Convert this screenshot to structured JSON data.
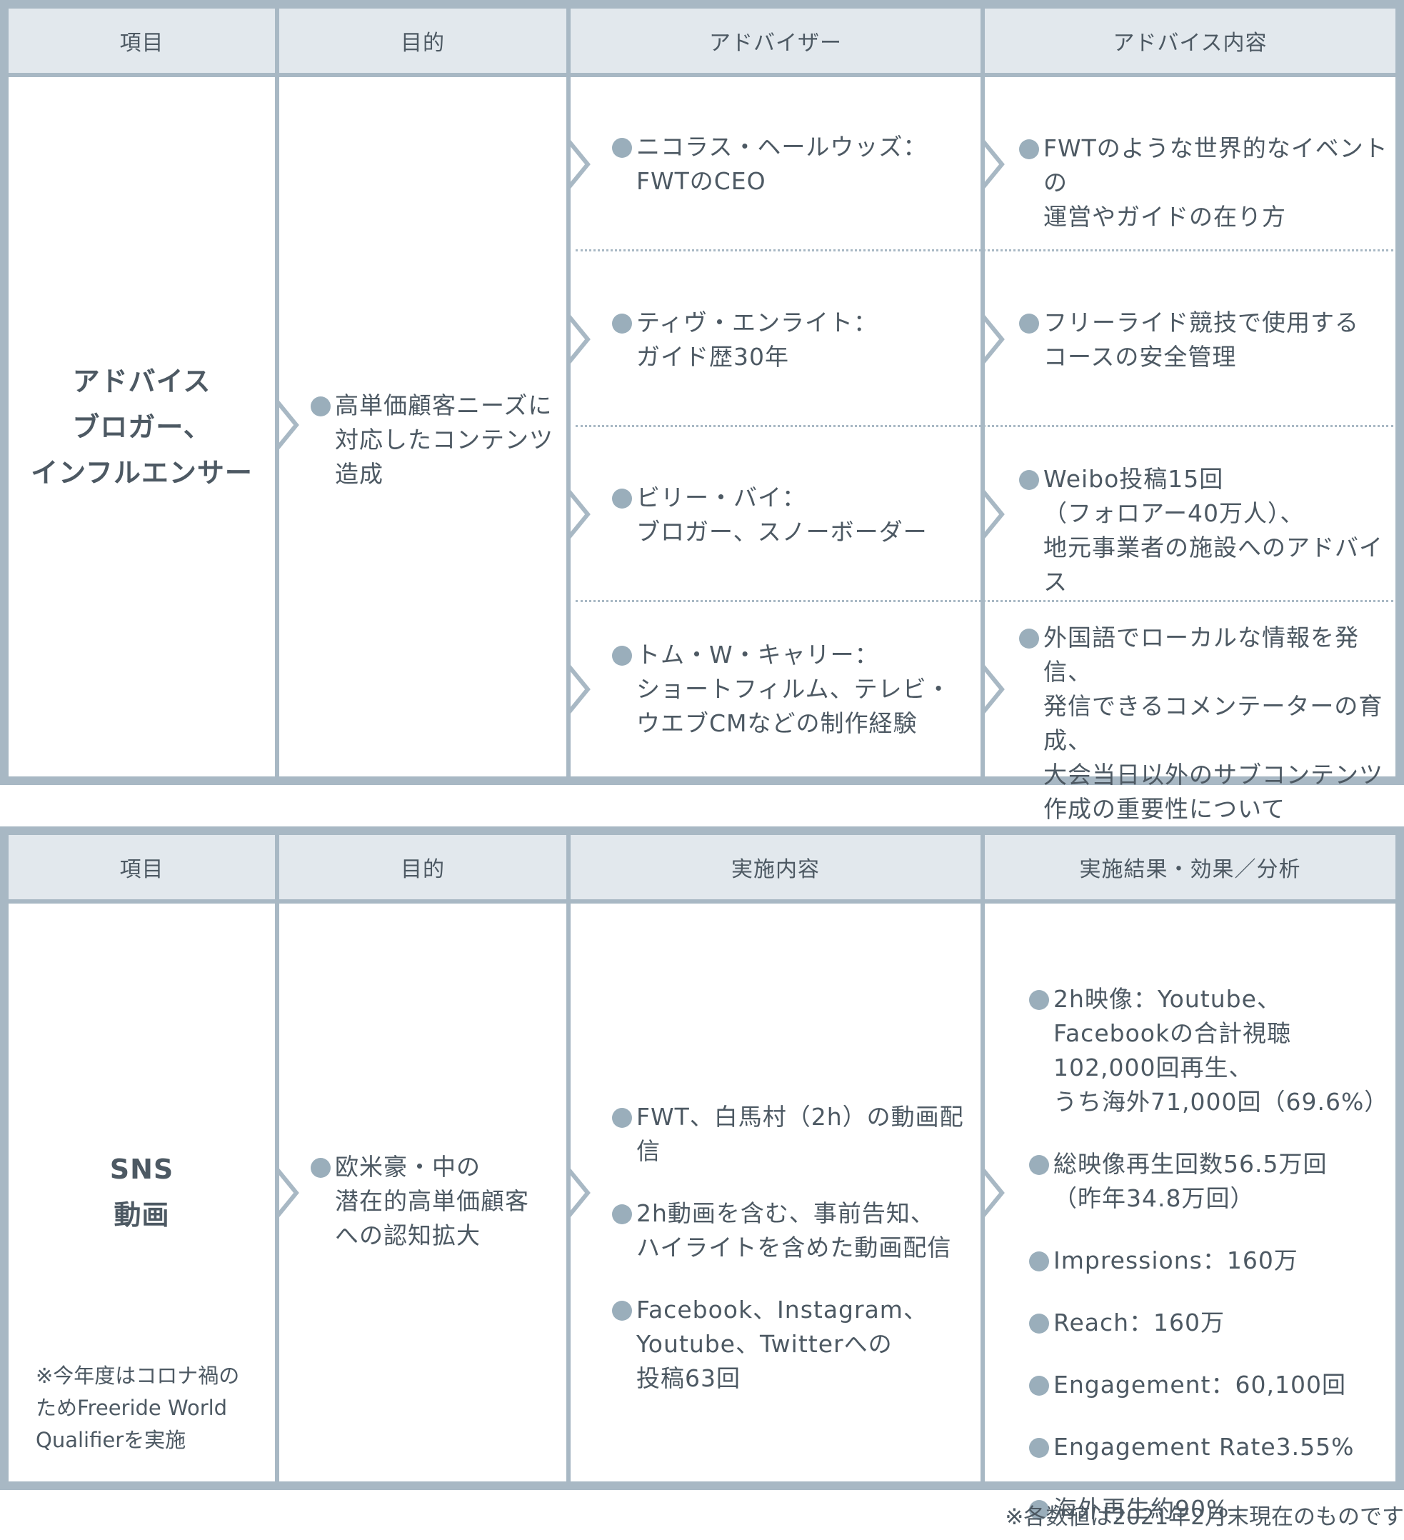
{
  "table1": {
    "headers": [
      "項目",
      "目的",
      "アドバイザー",
      "アドバイス内容"
    ],
    "item_label": "アドバイス\nブロガー、\nインフルエンサー",
    "purpose": "高単価顧客ニーズに\n対応したコンテンツ\n造成",
    "rows": [
      {
        "adviser": "ニコラス・ヘールウッズ：\nFWTのCEO",
        "advice": "FWTのような世界的なイベントの\n運営やガイドの在り方"
      },
      {
        "adviser": "ティヴ・エンライト：\nガイド歴30年",
        "advice": "フリーライド競技で使用する\nコースの安全管理"
      },
      {
        "adviser": "ビリー・バイ：\nブロガー、スノーボーダー",
        "advice": "Weibo投稿15回\n（フォロアー40万人）、\n地元事業者の施設へのアドバイス"
      },
      {
        "adviser": "トム・W・キャリー：\nショートフィルム、テレビ・\nウエブCMなどの制作経験",
        "advice": "外国語でローカルな情報を発信、\n発信できるコメンテーターの育成、\n大会当日以外のサブコンテンツ\n作成の重要性について"
      }
    ]
  },
  "table2": {
    "headers": [
      "項目",
      "目的",
      "実施内容",
      "実施結果・効果／分析"
    ],
    "item_label": "SNS\n動画",
    "note": "※今年度はコロナ禍の\nためFreeride World\nQualifierを実施",
    "purpose": "欧米豪・中の\n潜在的高単価顧客\nへの認知拡大",
    "contents": [
      "FWT、白馬村（2h）の動画配信",
      "2h動画を含む、事前告知、\nハイライトを含めた動画配信",
      "Facebook、Instagram、\nYoutube、Twitterへの\n投稿63回"
    ],
    "results": [
      "2h映像：Youtube、\nFacebookの合計視聴\n102,000回再生、\nうち海外71,000回（69.6%）",
      "総映像再生回数56.5万回\n（昨年34.8万回）",
      "Impressions：160万",
      "Reach：160万",
      "Engagement：60,100回",
      "Engagement Rate3.55%",
      "海外再生約90%"
    ]
  },
  "footnote": "※各数値は2021年2月末現在のものです",
  "colors": {
    "border": "#a8b8c4",
    "header_bg": "#e2e8ed",
    "bullet": "#9aaebb",
    "text": "#4d5963"
  }
}
